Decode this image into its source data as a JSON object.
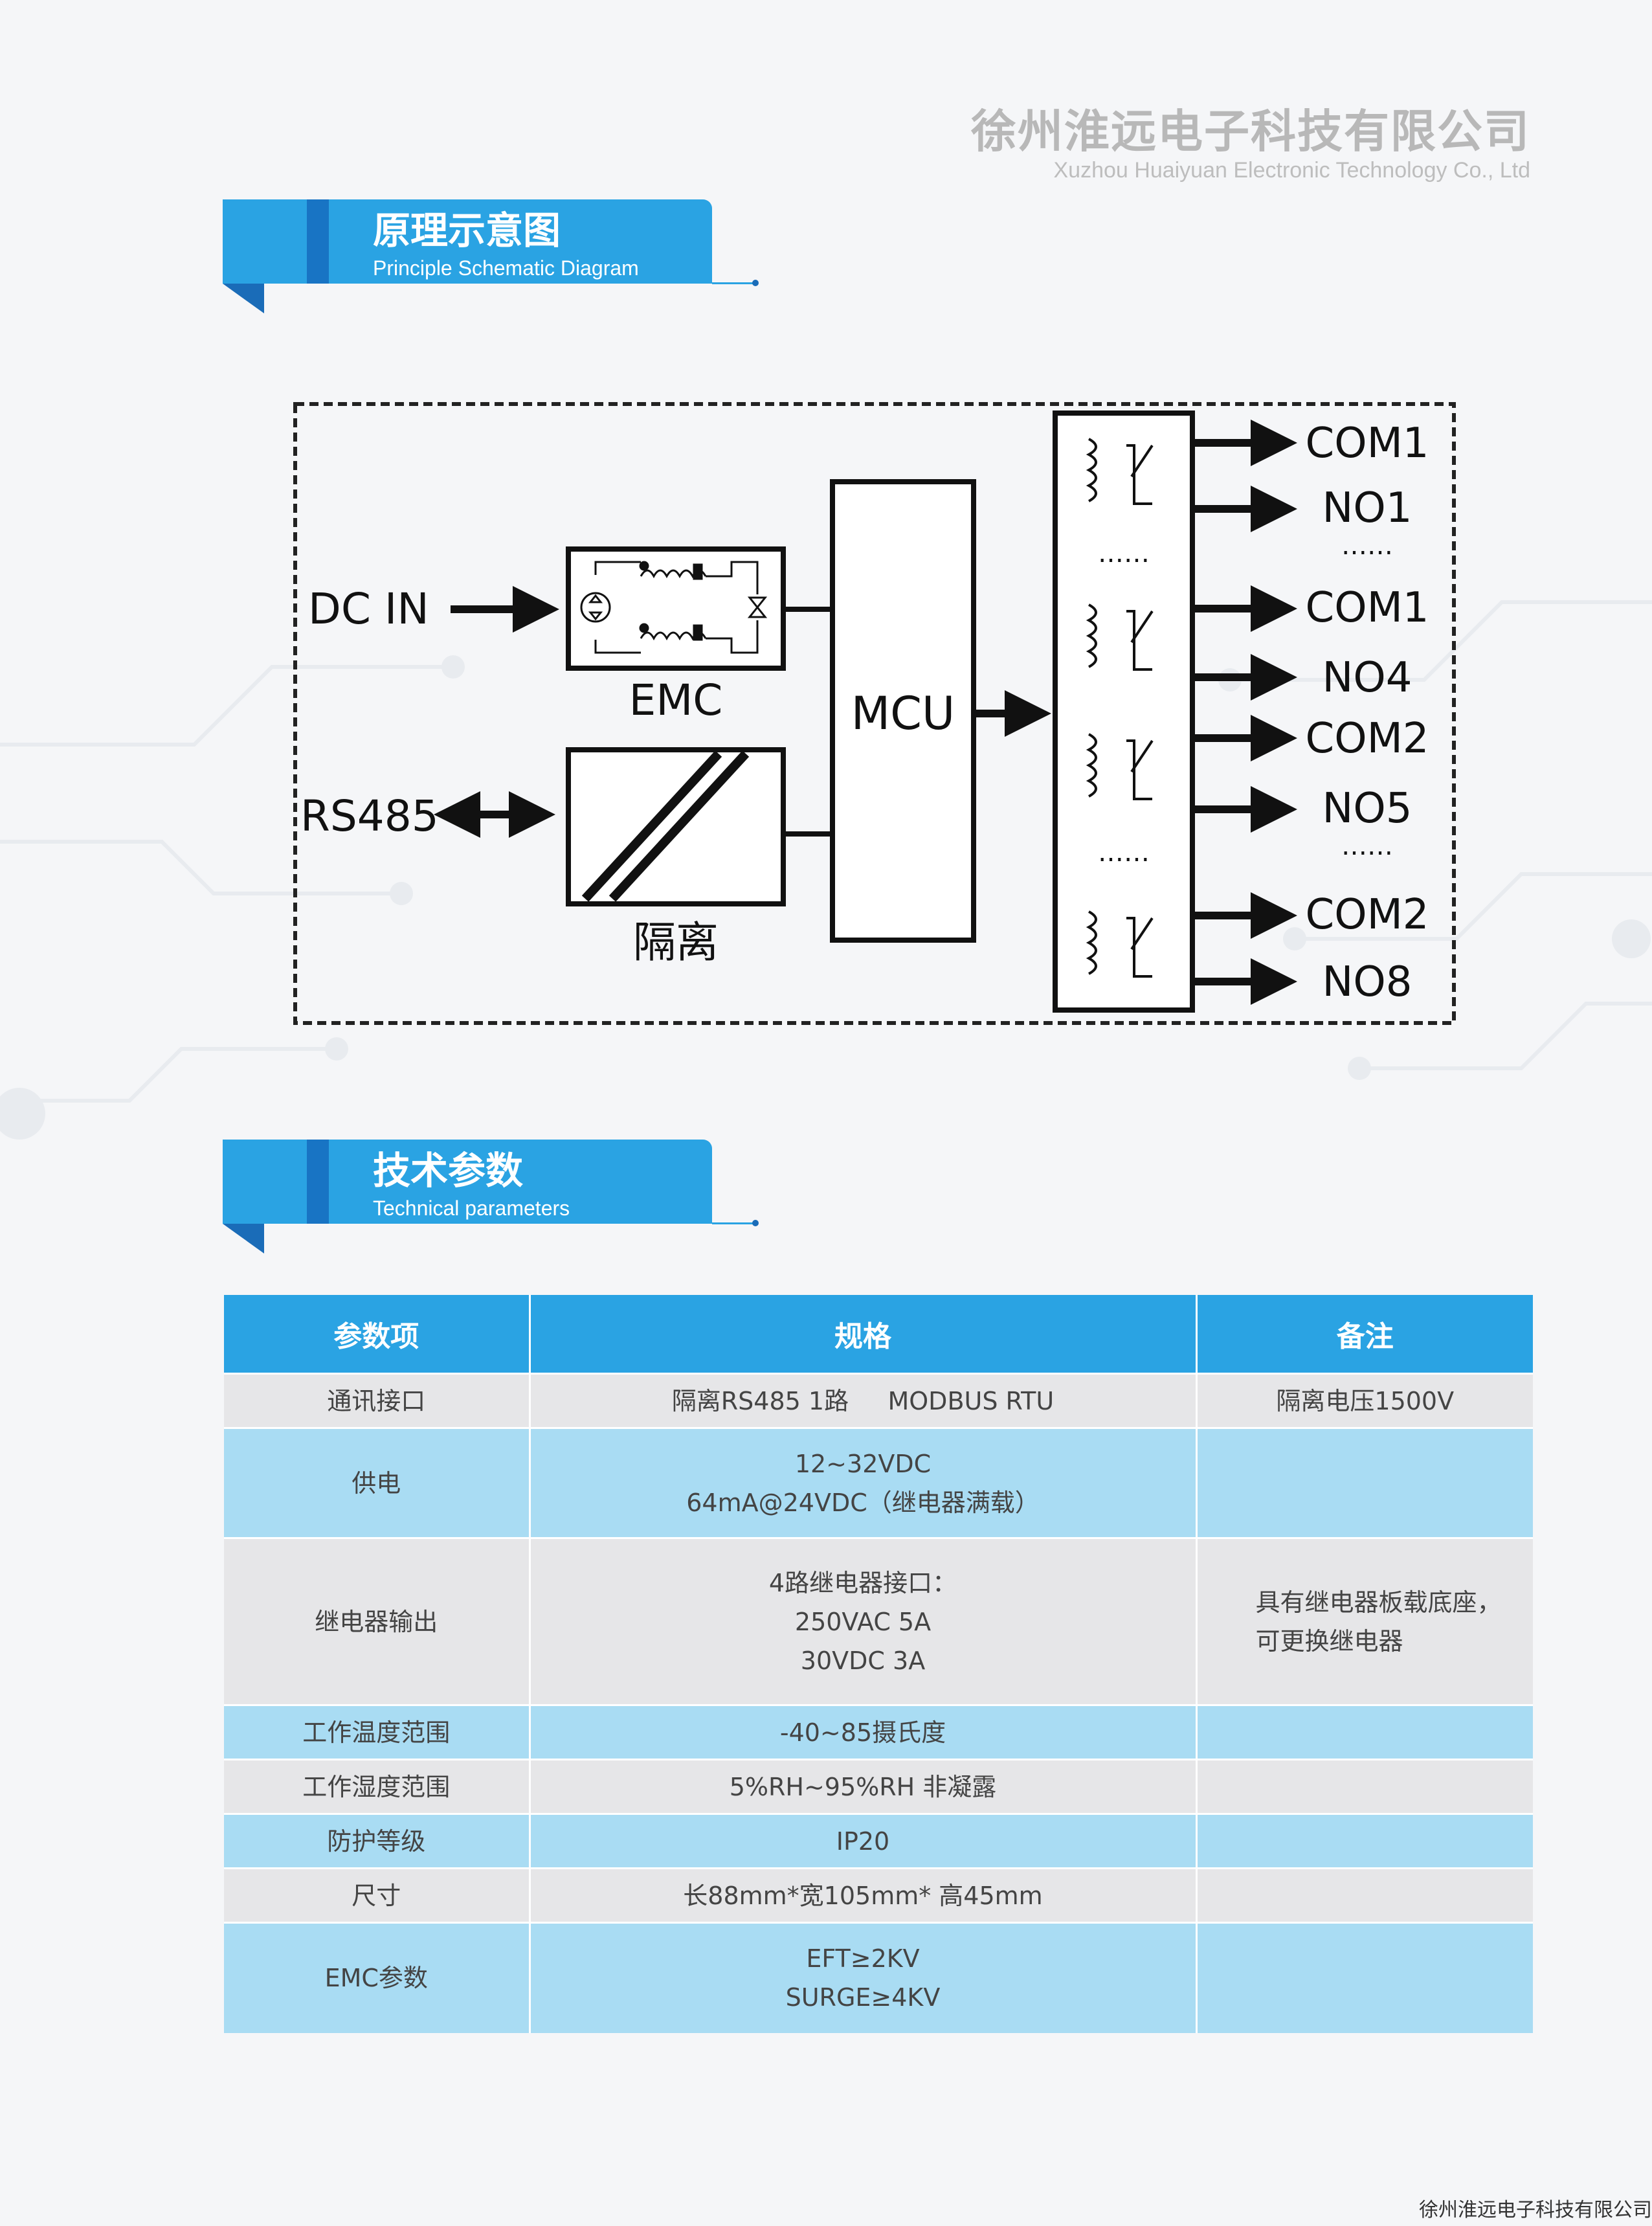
{
  "company": {
    "name_cn": "徐州淮远电子科技有限公司",
    "name_en": "Xuzhou Huaiyuan Electronic Technology Co., Ltd"
  },
  "section1": {
    "title_cn": "原理示意图",
    "title_en": "Principle Schematic Diagram"
  },
  "section2": {
    "title_cn": "技术参数",
    "title_en": "Technical parameters"
  },
  "diagram": {
    "dc_in": "DC IN",
    "rs485": "RS485",
    "emc": "EMC",
    "isolation": "隔离",
    "mcu": "MCU",
    "ellipsis": "……",
    "outputs": [
      "COM1",
      "NO1",
      "COM1",
      "NO4",
      "COM2",
      "NO5",
      "COM2",
      "NO8"
    ]
  },
  "table": {
    "headers": [
      "参数项",
      "规格",
      "备注"
    ],
    "rows": [
      {
        "param": "通讯接口",
        "spec": [
          "隔离RS485 1路     MODBUS RTU"
        ],
        "note": [
          "隔离电压1500V"
        ]
      },
      {
        "param": "供电",
        "spec": [
          "12~32VDC",
          "64mA@24VDC（继电器满载）"
        ],
        "note": []
      },
      {
        "param": "继电器输出",
        "spec": [
          "4路继电器接口：",
          "250VAC 5A",
          "30VDC 3A"
        ],
        "note": [
          "具有继电器板载底座，",
          "可更换继电器"
        ]
      },
      {
        "param": "工作温度范围",
        "spec": [
          "-40~85摄氏度"
        ],
        "note": []
      },
      {
        "param": "工作湿度范围",
        "spec": [
          "5%RH~95%RH 非凝露"
        ],
        "note": []
      },
      {
        "param": "防护等级",
        "spec": [
          "IP20"
        ],
        "note": []
      },
      {
        "param": "尺寸",
        "spec": [
          "长88mm*宽105mm* 高45mm"
        ],
        "note": []
      },
      {
        "param": "EMC参数",
        "spec": [
          "EFT≥2KV",
          "SURGE≥4KV"
        ],
        "note": []
      }
    ]
  },
  "footer": "徐州淮远电子科技有限公司",
  "colors": {
    "accent": "#2aa3e3",
    "accent_dark": "#1a6cb8",
    "row_gray": "#e6e6e8",
    "row_blue": "#a9dcf3"
  }
}
